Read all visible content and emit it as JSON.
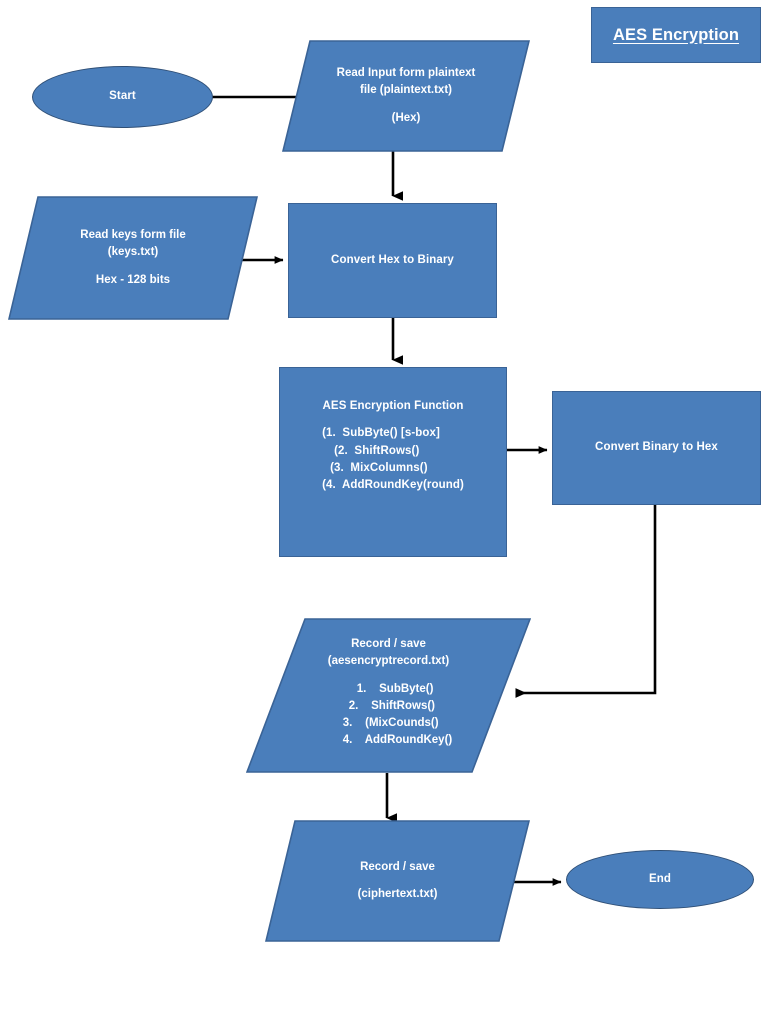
{
  "diagram": {
    "title": "AES Encryption",
    "nodes": {
      "start": {
        "label": "Start"
      },
      "read_plaintext": {
        "line1": "Read Input form plaintext",
        "line2": "file (plaintext.txt)",
        "line3": "(Hex)"
      },
      "read_keys": {
        "line1": "Read keys form file",
        "line2": "(keys.txt)",
        "line3": "Hex - 128 bits"
      },
      "convert_hex_to_binary": {
        "label": "Convert Hex to Binary"
      },
      "aes_function": {
        "heading": "AES Encryption Function",
        "steps": [
          "(1.  SubByte() [s-box]",
          "(2.  ShiftRows()",
          "(3.  MixColumns()",
          "(4.  AddRoundKey(round)"
        ]
      },
      "convert_binary_to_hex": {
        "label": "Convert Binary to Hex"
      },
      "record_save_log": {
        "line1": "Record / save",
        "line2": "(aesencryptrecord.txt)",
        "steps": [
          "1.    SubByte()",
          "2.    ShiftRows()",
          "3.    (MixCounds()",
          "4.    AddRoundKey()"
        ]
      },
      "record_save_cipher": {
        "line1": "Record / save",
        "line2": "(ciphertext.txt)"
      },
      "end": {
        "label": "End"
      }
    },
    "colors": {
      "shape_fill": "#4A7EBB",
      "shape_stroke": "#3A6396",
      "ellipse_stroke": "#2F4F76",
      "connector": "#000000",
      "text": "#FFFFFF",
      "background": "#FFFFFF"
    },
    "connectors": [
      {
        "name": "start-to-read-plaintext",
        "from": "start",
        "to": "read_plaintext",
        "direction": "right"
      },
      {
        "name": "read-plaintext-to-convert-hex",
        "from": "read_plaintext",
        "to": "convert_hex_to_binary",
        "direction": "down"
      },
      {
        "name": "read-keys-to-convert-hex",
        "from": "read_keys",
        "to": "convert_hex_to_binary",
        "direction": "right"
      },
      {
        "name": "convert-hex-to-aes",
        "from": "convert_hex_to_binary",
        "to": "aes_function",
        "direction": "down"
      },
      {
        "name": "aes-to-convert-binary",
        "from": "aes_function",
        "to": "convert_binary_to_hex",
        "direction": "right"
      },
      {
        "name": "convert-binary-to-record-log",
        "from": "convert_binary_to_hex",
        "to": "record_save_log",
        "direction": "elbow-down-left"
      },
      {
        "name": "record-log-to-record-cipher",
        "from": "record_save_log",
        "to": "record_save_cipher",
        "direction": "down"
      },
      {
        "name": "record-cipher-to-end",
        "from": "record_save_cipher",
        "to": "end",
        "direction": "right"
      }
    ]
  }
}
